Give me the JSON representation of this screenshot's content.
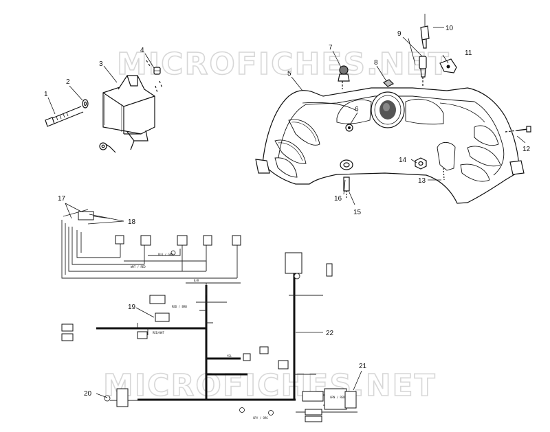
{
  "watermark": "MICROFICHES.NET",
  "callouts": [
    "1",
    "2",
    "3",
    "4",
    "5",
    "6",
    "7",
    "8",
    "9",
    "10",
    "11",
    "12",
    "13",
    "14",
    "15",
    "16",
    "17",
    "18",
    "19",
    "20",
    "21",
    "22"
  ]
}
